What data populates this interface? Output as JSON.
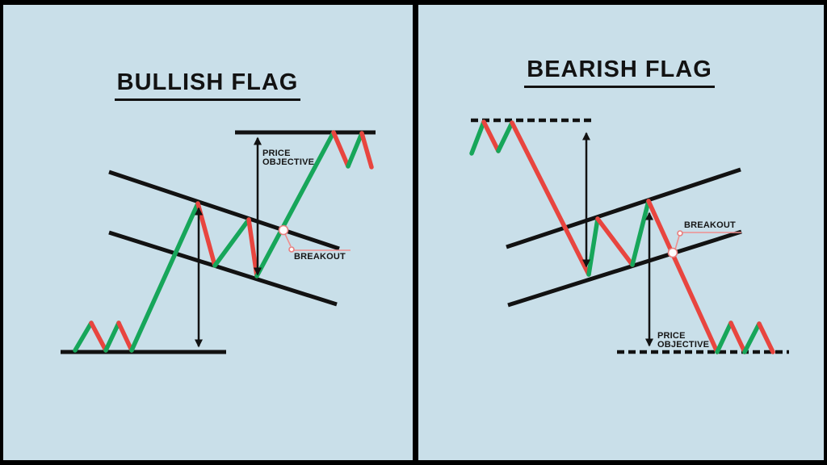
{
  "colors": {
    "background": "#c9dfe9",
    "frame": "#000000",
    "line_black": "#121212",
    "bullish_green": "#17a65a",
    "bearish_red": "#e8453f",
    "breakout_accent": "#ef8f8f"
  },
  "left": {
    "title": "BULLISH FLAG",
    "price_objective": "PRICE\nOBJECTIVE",
    "breakout": "BREAKOUT"
  },
  "right": {
    "title": "BEARISH FLAG",
    "price_objective": "PRICE\nOBJECTIVE",
    "breakout": "BREAKOUT"
  }
}
